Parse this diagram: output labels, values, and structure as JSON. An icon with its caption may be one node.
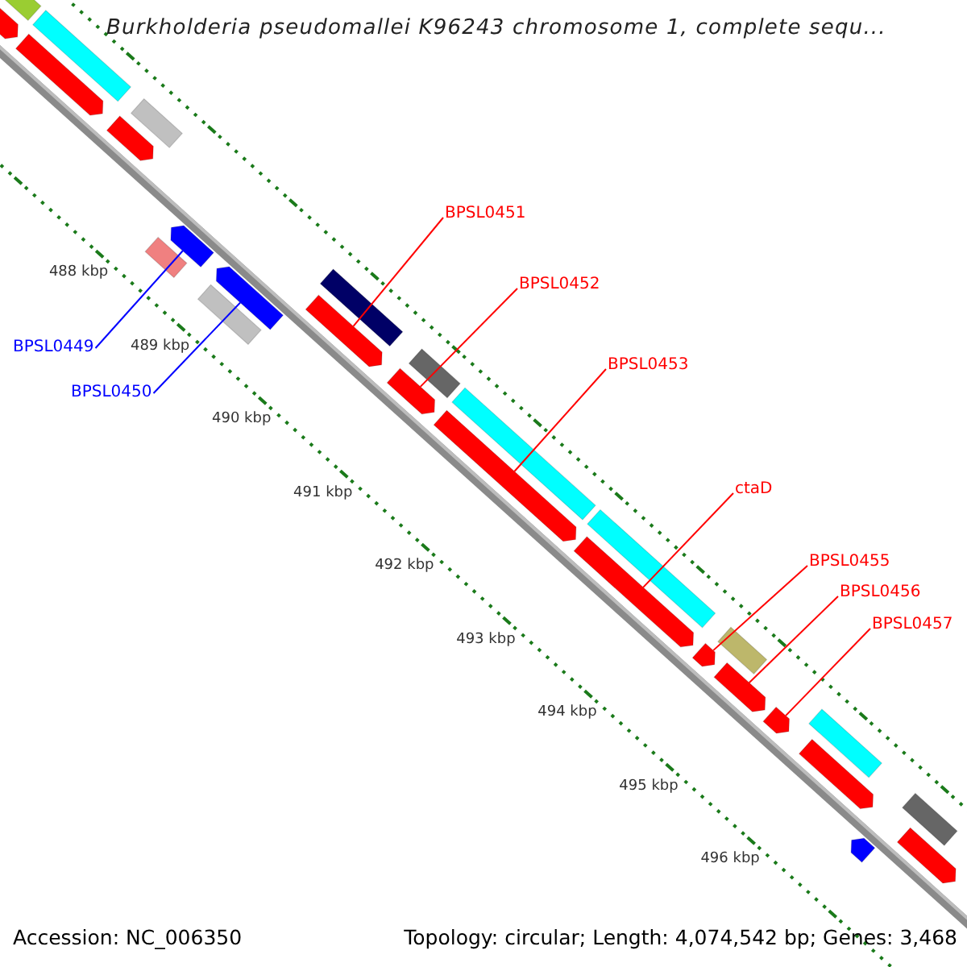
{
  "diagram": {
    "title": "Burkholderia pseudomallei K96243 chromosome 1, complete sequ...",
    "nodes": [
      {
        "text": [
          "BPSL0449"
        ]
      },
      {
        "text": [
          "BPSL0450"
        ]
      },
      {
        "text": [
          "BPSL0451"
        ]
      },
      {
        "text": [
          "BPSL0452"
        ]
      },
      {
        "text": [
          "BPSL0453"
        ]
      },
      {
        "text": [
          "ctaD"
        ]
      },
      {
        "text": [
          "BPSL0455"
        ]
      },
      {
        "text": [
          "BPSL0456"
        ]
      },
      {
        "text": [
          "BPSL0457"
        ]
      },
      {
        "text": [],
        "shape": "bar"
      },
      {
        "text": [],
        "shape": "bar"
      },
      {
        "text": [],
        "shape": "bar"
      },
      {
        "text": [],
        "shape": "bar"
      },
      {
        "text": [],
        "shape": "bar"
      },
      {
        "text": [],
        "shape": "bar"
      },
      {
        "text": [],
        "shape": "bar"
      },
      {
        "text": [],
        "shape": "bar"
      },
      {
        "text": [],
        "shape": "bar"
      },
      {
        "text": [],
        "shape": "bar"
      },
      {
        "text": [],
        "shape": "bar"
      },
      {
        "text": [],
        "shape": "bar"
      },
      {
        "text": [],
        "shape": "bar"
      },
      {
        "text": [],
        "shape": "bar"
      },
      {
        "text": [],
        "shape": "bar"
      },
      {
        "text": [],
        "shape": "bar"
      },
      {
        "text": [],
        "shape": "bar"
      },
      {
        "text": [],
        "shape": "bar"
      },
      {
        "text": [],
        "shape": "bar"
      },
      {
        "text": [],
        "shape": "bar"
      },
      {
        "text": [],
        "shape": "bar"
      },
      {
        "text": [],
        "shape": "bar"
      },
      {
        "text": [],
        "shape": "bar"
      },
      {
        "text": [],
        "shape": "bar"
      },
      {
        "text": [],
        "shape": "bar"
      },
      {
        "text": [],
        "shape": "bar"
      },
      {
        "text": [],
        "shape": "bar"
      }
    ],
    "edges": [
      {
        "from": 0,
        "to": 16,
        "arrow": "none",
        "color": "#0000ff"
      },
      {
        "from": 1,
        "to": 17,
        "arrow": "none",
        "color": "#0000ff"
      },
      {
        "from": 2,
        "to": 20,
        "arrow": "none"
      },
      {
        "from": 3,
        "to": 21,
        "arrow": "none"
      },
      {
        "from": 4,
        "to": 24,
        "arrow": "none"
      },
      {
        "from": 5,
        "to": 26,
        "arrow": "none"
      },
      {
        "from": 6,
        "to": 27,
        "arrow": "none"
      },
      {
        "from": 7,
        "to": 29,
        "arrow": "none"
      },
      {
        "from": 8,
        "to": 30,
        "arrow": "none"
      }
    ],
    "labels": [
      "488 kbp",
      "489 kbp",
      "490 kbp",
      "491 kbp",
      "492 kbp",
      "493 kbp",
      "494 kbp",
      "495 kbp",
      "496 kbp",
      "Accession: NC_006350",
      "Topology: circular; Length: 4,074,542 bp; Genes: 3,468"
    ]
  }
}
